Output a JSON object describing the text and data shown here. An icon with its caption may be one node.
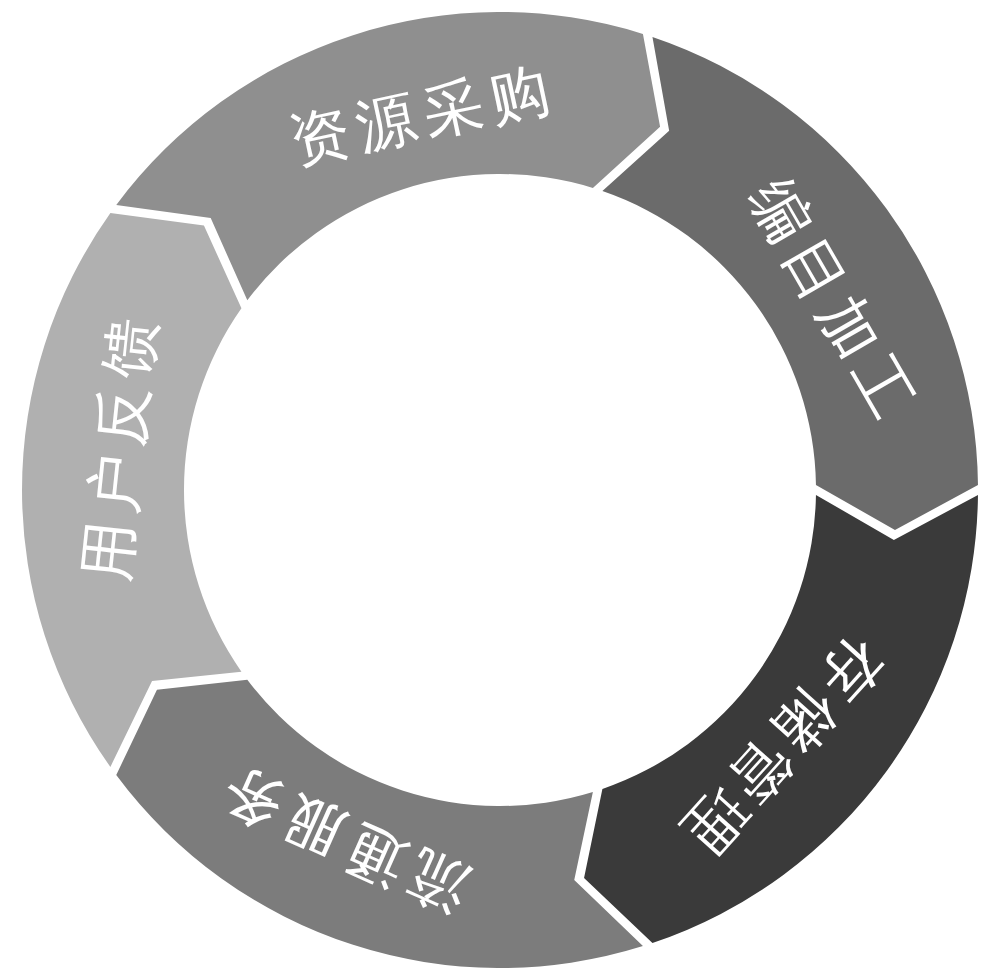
{
  "diagram": {
    "nodes": [
      {
        "text": [
          "资源采购"
        ]
      },
      {
        "text": [
          "编目加工"
        ]
      },
      {
        "text": [
          "存储管理"
        ]
      },
      {
        "text": [
          "流通服务"
        ]
      },
      {
        "text": [
          "用户反馈"
        ]
      }
    ]
  }
}
